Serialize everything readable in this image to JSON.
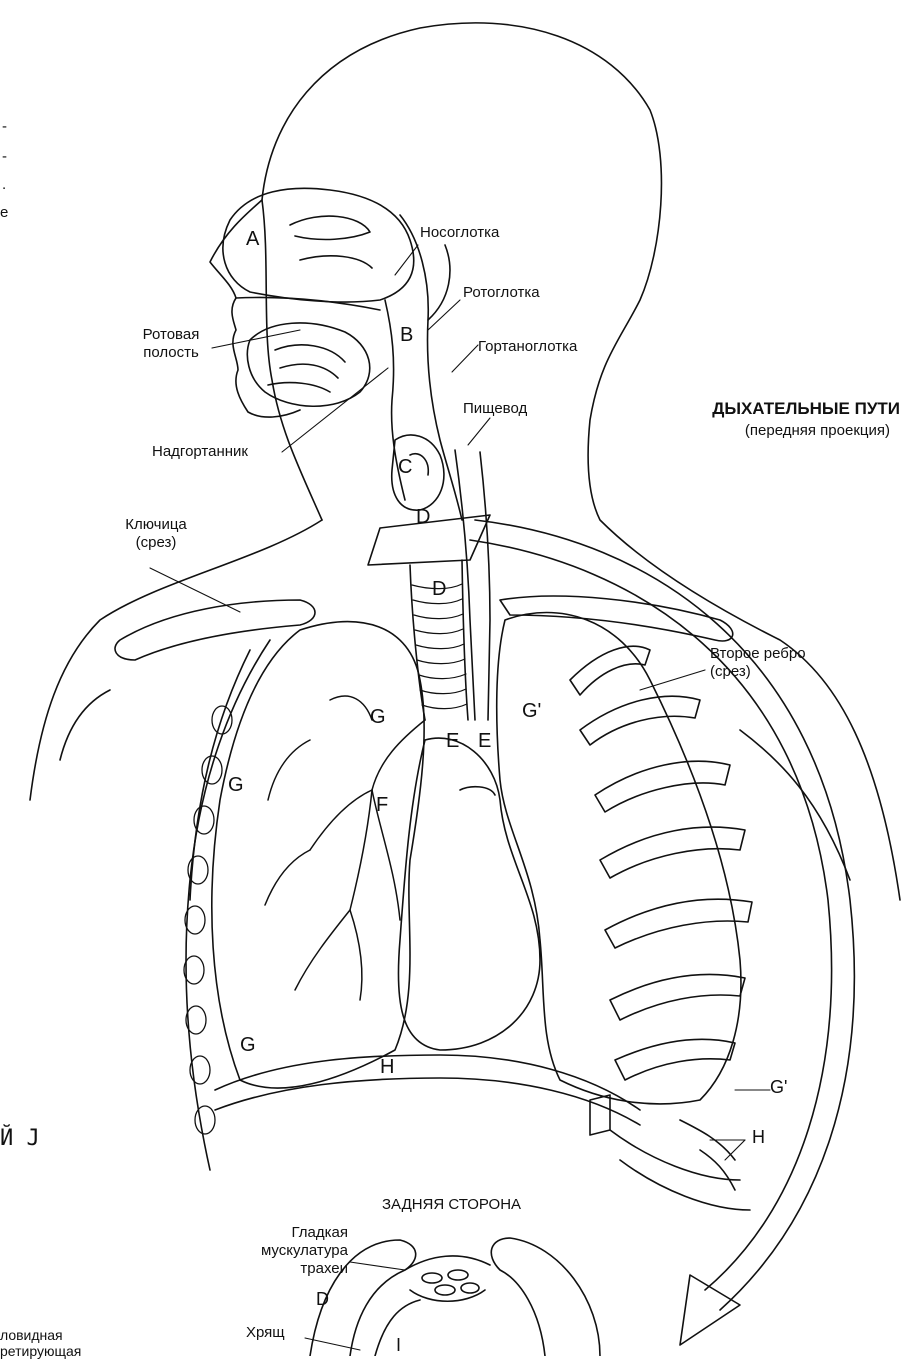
{
  "diagram": {
    "title": "ДЫХАТЕЛЬНЫЕ ПУТИ",
    "subtitle": "(передняя проекция)",
    "labels": {
      "nasopharynx": "Носоглотка",
      "oropharynx": "Ротоглотка",
      "laryngopharynx": "Гортаноглотка",
      "esophagus": "Пищевод",
      "oral_cavity": "Ротовая\nполость",
      "epiglottis": "Надгортанник",
      "clavicle": "Ключица\n(срез)",
      "second_rib": "Второе ребро\n(срез)",
      "back_side": "ЗАДНЯЯ СТОРОНА",
      "smooth_muscle": "Гладкая\nмускулатура\nтрахеи",
      "cartilage": "Хрящ",
      "cut_left_1": "ловидная",
      "cut_left_2": "ретирующая"
    },
    "letters": {
      "A": "A",
      "B": "B",
      "C": "C",
      "D": "D",
      "E": "E",
      "F": "F",
      "G": "G",
      "G_prime": "G'",
      "H": "H",
      "I": "I"
    },
    "margin_marks": [
      "-",
      "-",
      ".",
      "е"
    ],
    "glyph_text": "Й J"
  },
  "colors": {
    "ink": "#111111",
    "background": "#ffffff"
  }
}
